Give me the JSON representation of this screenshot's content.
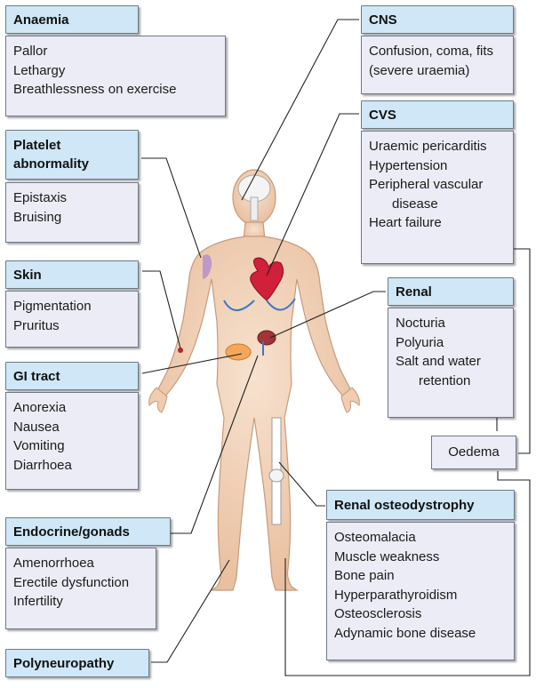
{
  "anaemia": {
    "title": "Anaemia",
    "items": [
      "Pallor",
      "Lethargy",
      "Breathlessness on exercise"
    ]
  },
  "platelet": {
    "title_line1": "Platelet",
    "title_line2": "abnormality",
    "items": [
      "Epistaxis",
      "Bruising"
    ]
  },
  "skin": {
    "title": "Skin",
    "items": [
      "Pigmentation",
      "Pruritus"
    ]
  },
  "gi": {
    "title": "GI tract",
    "items": [
      "Anorexia",
      "Nausea",
      "Vomiting",
      "Diarrhoea"
    ]
  },
  "endocrine": {
    "title": "Endocrine/gonads",
    "items": [
      "Amenorrhoea",
      "Erectile dysfunction",
      "Infertility"
    ]
  },
  "polyneuropathy": {
    "title": "Polyneuropathy"
  },
  "cns": {
    "title": "CNS",
    "line1": "Confusion, coma, fits",
    "line2": "(severe uraemia)"
  },
  "cvs": {
    "title": "CVS",
    "items": [
      "Uraemic pericarditis",
      "Hypertension",
      "Peripheral vascular",
      "disease",
      "Heart failure"
    ]
  },
  "renal": {
    "title": "Renal",
    "items": [
      "Nocturia",
      "Polyuria",
      "Salt and water",
      "retention"
    ]
  },
  "oedema": {
    "label": "Oedema"
  },
  "osteo": {
    "title": "Renal osteodystrophy",
    "items": [
      "Osteomalacia",
      "Muscle weakness",
      "Bone pain",
      "Hyperparathyroidism",
      "Osteosclerosis",
      "Adynamic bone disease"
    ]
  },
  "colors": {
    "header": "#cfe7f6",
    "body": "#ececf6",
    "skin": "#f3d6bd",
    "line": "#222222"
  }
}
